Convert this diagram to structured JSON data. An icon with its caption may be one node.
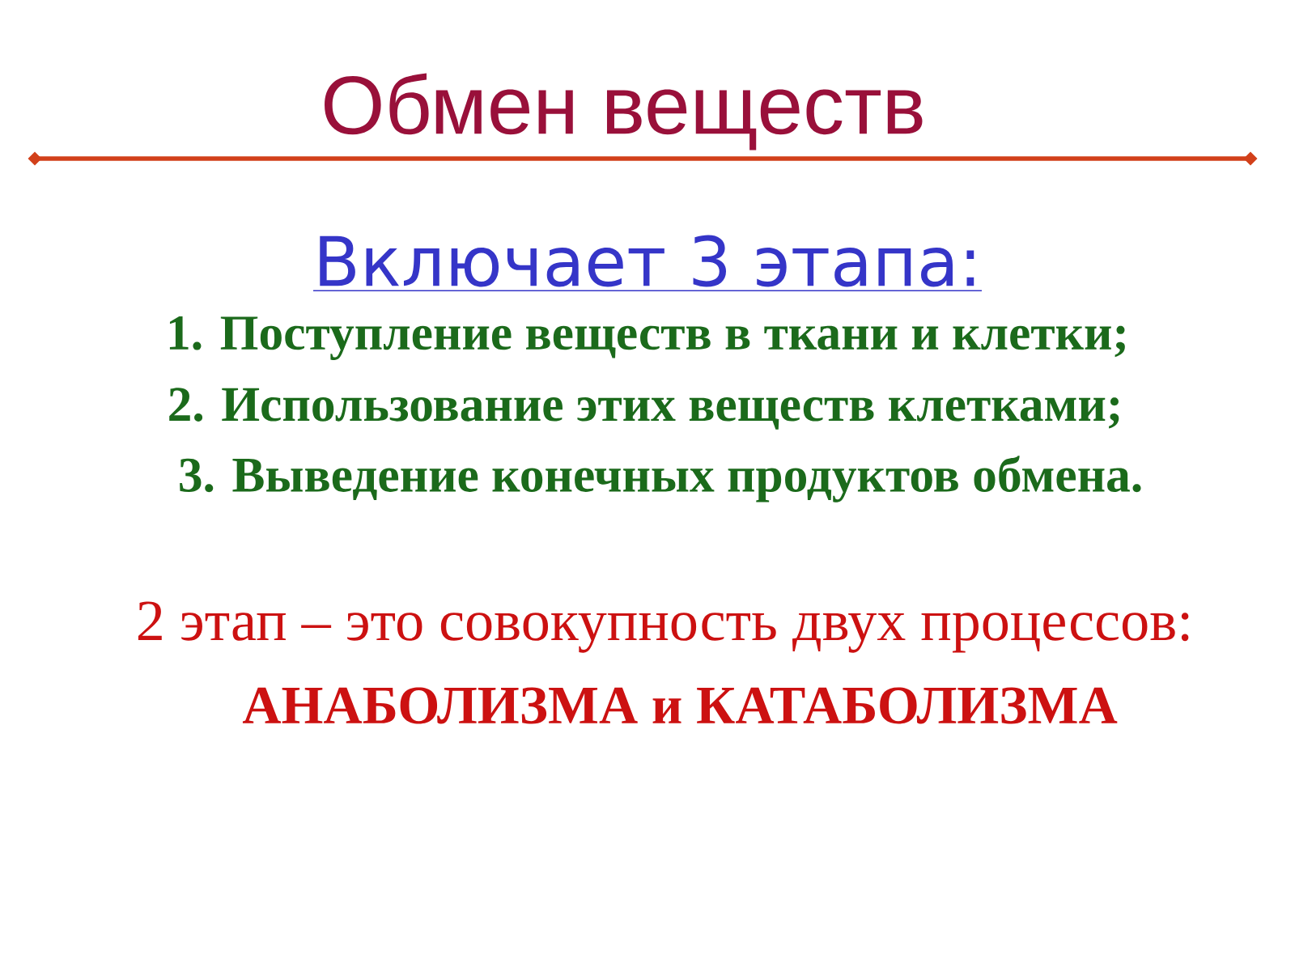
{
  "diagram": {
    "title": "Обмен веществ",
    "labels": [
      "Включает 3 этапа:",
      "1. Поступление веществ в ткани и клетки;",
      "2. Использование этих веществ клетками;",
      "3. Выведение конечных продуктов обмена.",
      "2 этап – это совокупность двух процессов:",
      "АНАБОЛИЗМА и КАТАБОЛИЗМА"
    ]
  }
}
